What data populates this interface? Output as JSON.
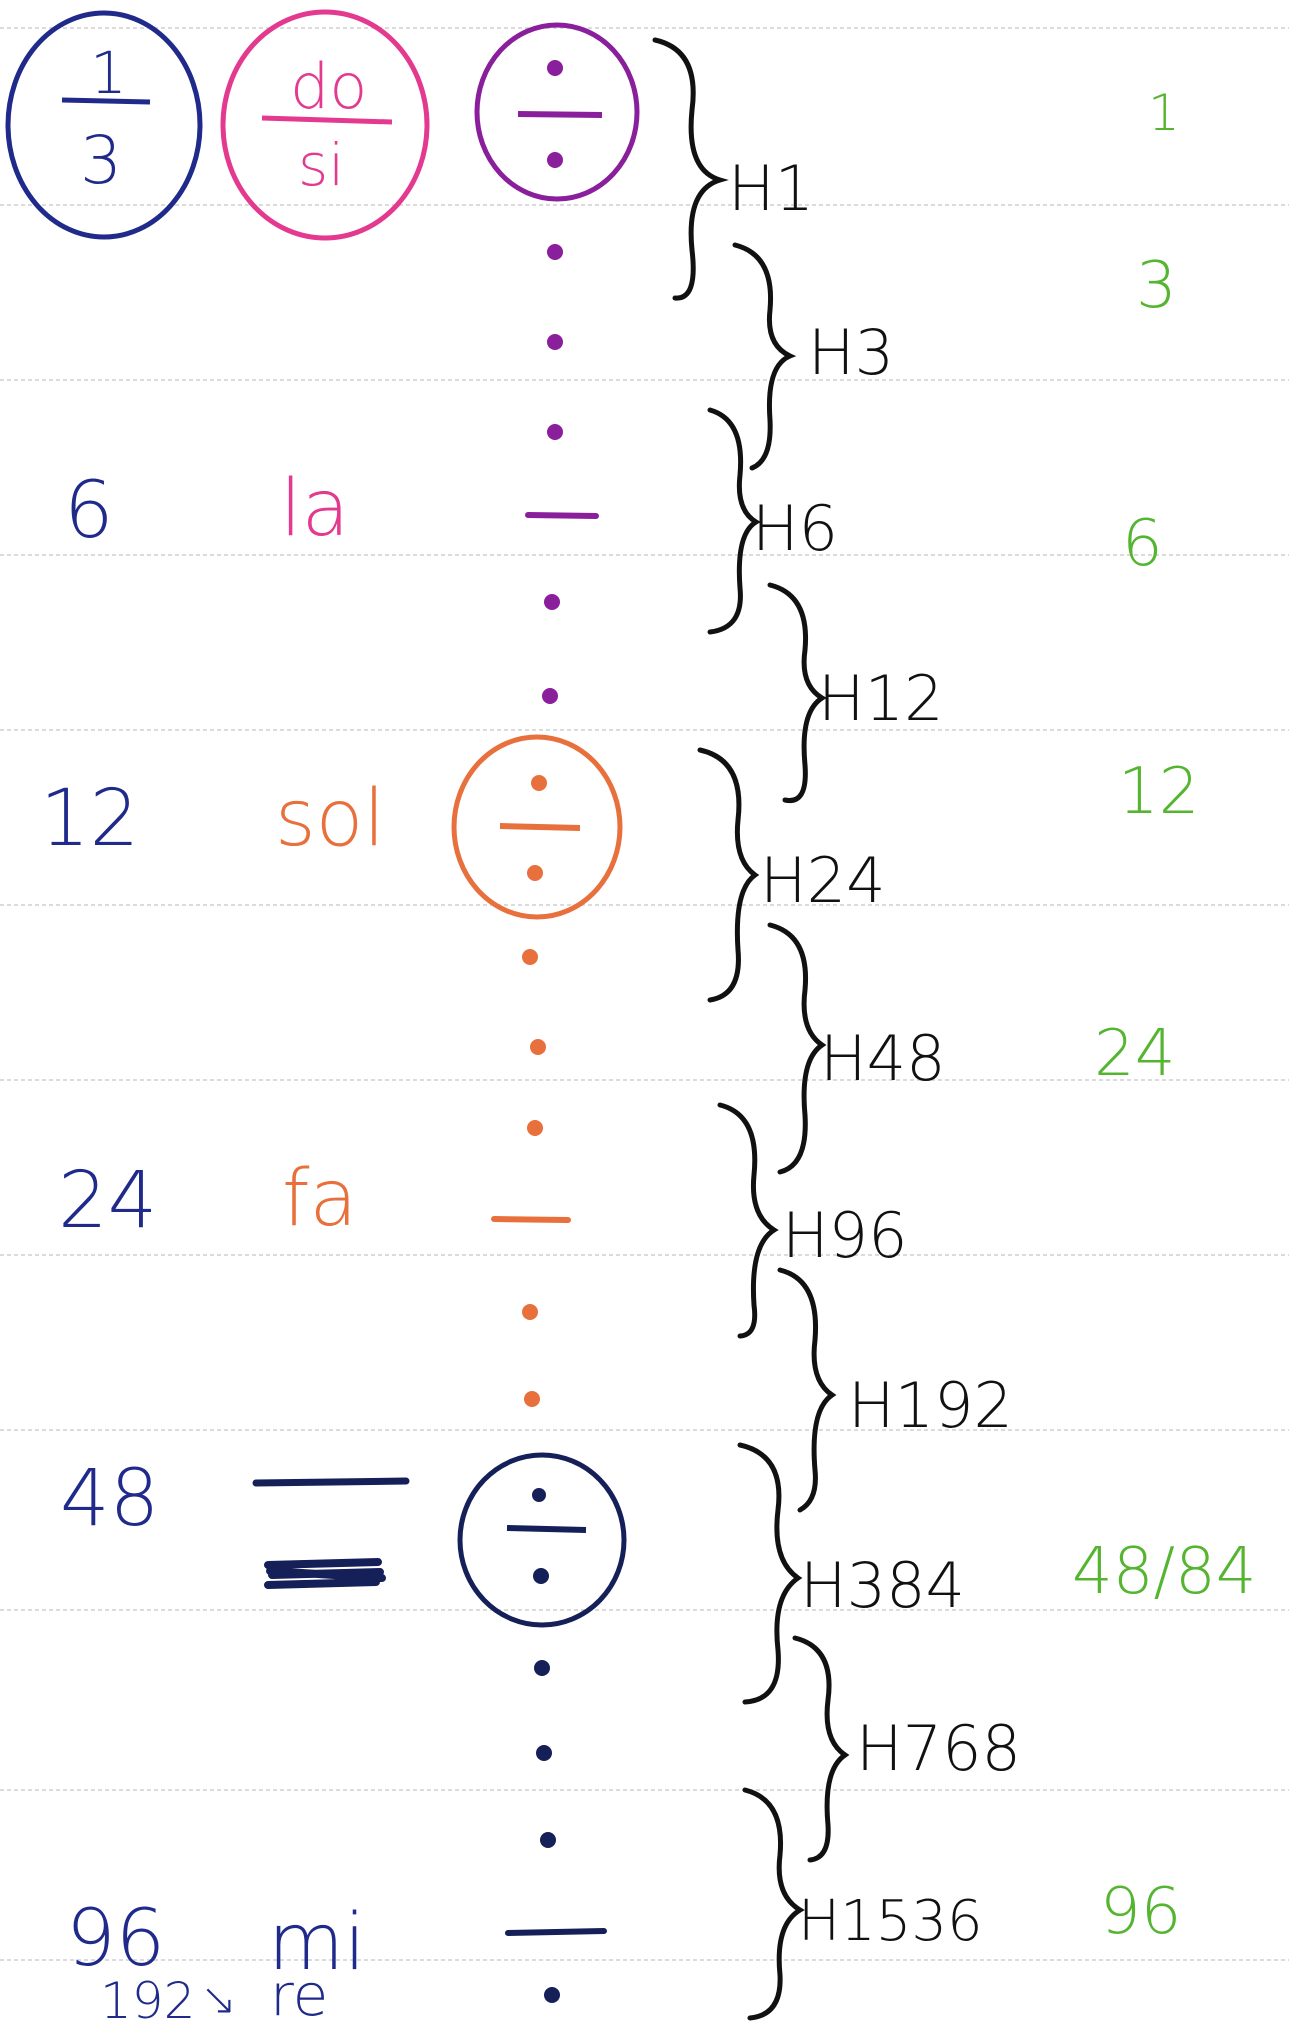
{
  "top_row": {
    "ratio_top": "1",
    "ratio_bottom": "3",
    "solfege_top": "do",
    "solfege_bottom": "si"
  },
  "left_numbers": [
    "6",
    "12",
    "24",
    "48",
    "96",
    "192"
  ],
  "solfege": [
    "la",
    "sol",
    "fa",
    "mi",
    "re"
  ],
  "arrow_glyph": "↘",
  "braces": [
    "H1",
    "H3",
    "H6",
    "H12",
    "H24",
    "H48",
    "H96",
    "H192",
    "H384",
    "H768",
    "H1536"
  ],
  "right_numbers": [
    "1",
    "3",
    "6",
    "12",
    "24",
    "48/84",
    "96"
  ],
  "colors": {
    "blue": "#1f2a8a",
    "pink": "#e33a8f",
    "purple": "#8a1f9c",
    "orange": "#e8703c",
    "navy": "#162058",
    "green": "#55b531",
    "black": "#111111"
  }
}
